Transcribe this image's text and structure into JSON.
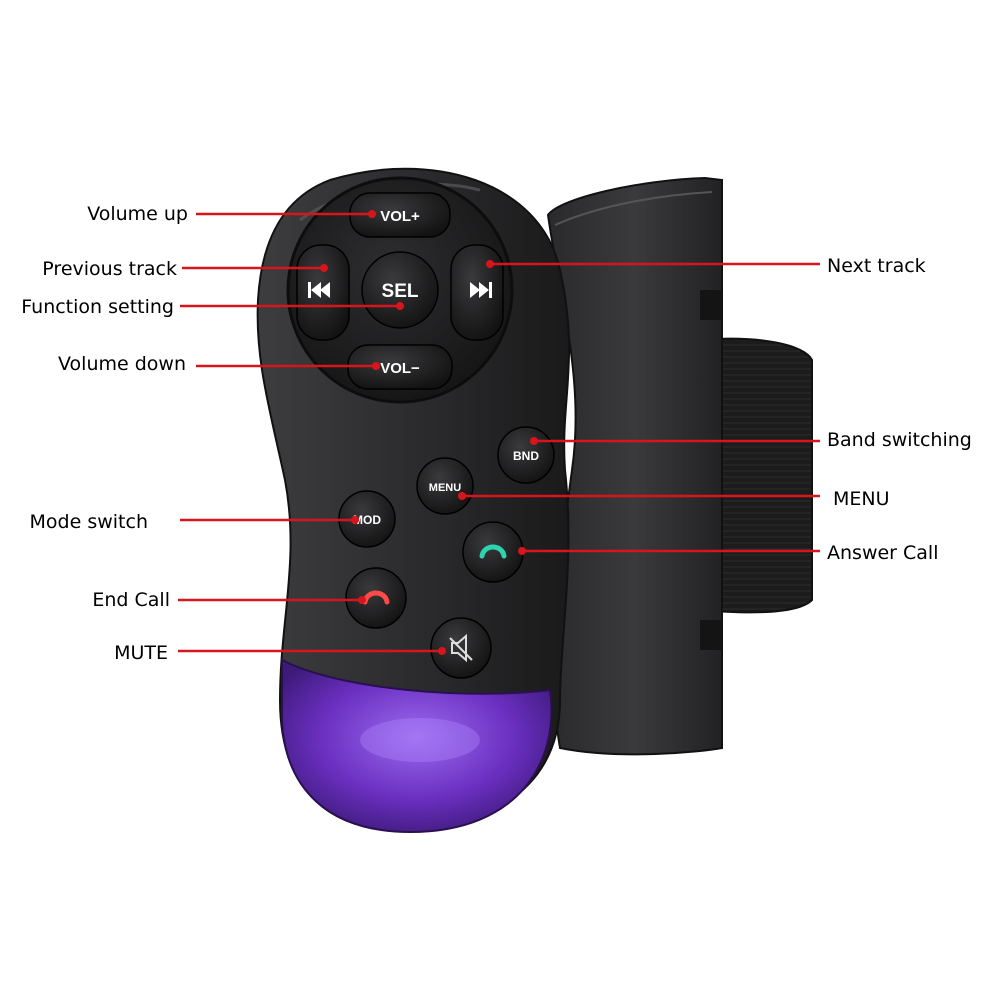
{
  "callouts": {
    "volume_up": "Volume up",
    "previous_track": "Previous track",
    "function_setting": "Function setting",
    "volume_down": "Volume down",
    "next_track": "Next track",
    "band_switching": "Band switching",
    "menu": "MENU",
    "mode_switch": "Mode switch",
    "answer_call": "Answer Call",
    "end_call": "End Call",
    "mute": "MUTE"
  },
  "buttons": {
    "vol_up": "VOL+",
    "vol_down": "VOL−",
    "sel": "SEL",
    "bnd": "BND",
    "menu": "MENU",
    "mod": "MOD"
  },
  "colors": {
    "callout_line": "#d8141c",
    "body": "#2c2c2e",
    "body_highlight": "#4a4a4e",
    "button": "#1a1a1c",
    "lens": "#6a2fc0",
    "answer_icon": "#2fd3b0",
    "end_icon": "#ff4a4a",
    "strap": "#1e1e1e"
  },
  "icons": {
    "prev": "rewind-icon",
    "next": "fast-forward-icon",
    "answer": "phone-answer-icon",
    "end": "phone-hangup-icon",
    "mute": "speaker-mute-icon"
  }
}
